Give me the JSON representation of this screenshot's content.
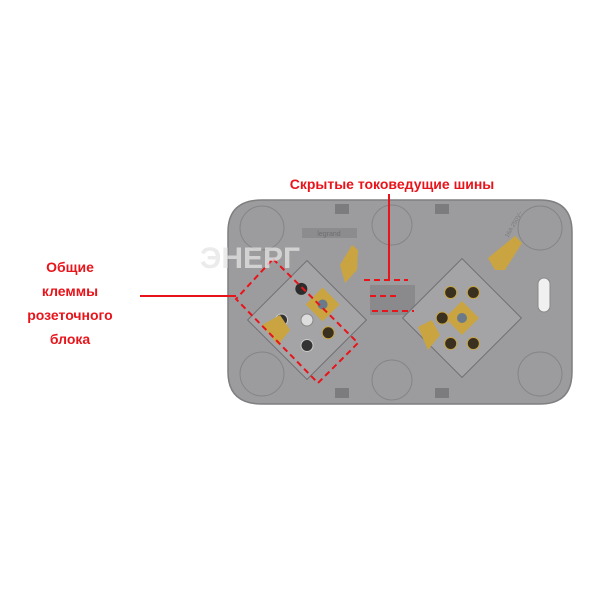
{
  "annotations": {
    "left_label": [
      "Общие",
      "клеммы",
      "розеточного",
      "блока"
    ],
    "top_label": "Скрытые токоведущие шины"
  },
  "watermark": "ЭНЕРГ",
  "plate_marking": "legrand",
  "rating_marking": "16A 250V~",
  "colors": {
    "annotation": "#e8141b",
    "plate": "#9a9a9c",
    "brass": "#c9a441"
  }
}
